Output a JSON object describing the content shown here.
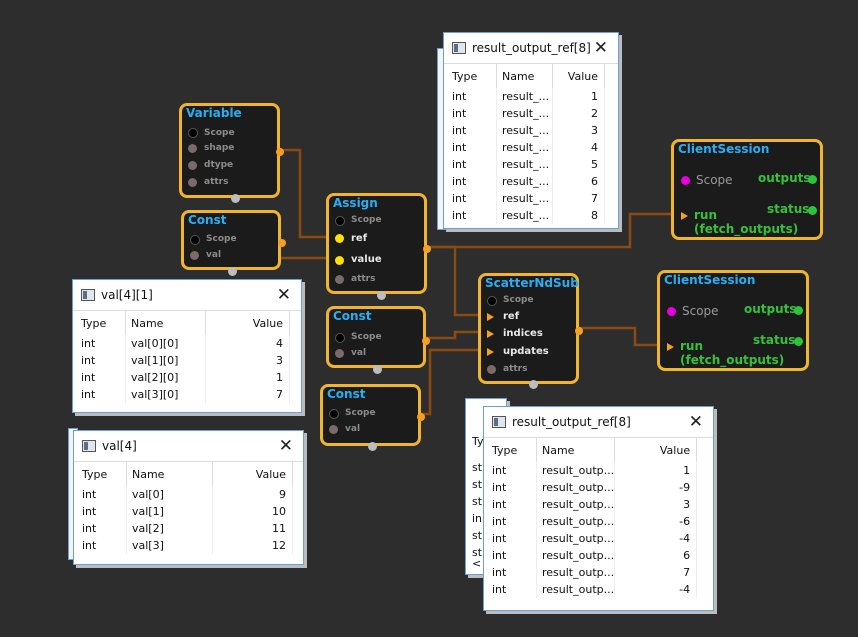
{
  "nodes": {
    "variable": {
      "title": "Variable",
      "ports": [
        "Scope",
        "shape",
        "dtype",
        "attrs"
      ]
    },
    "const1": {
      "title": "Const",
      "ports": [
        "Scope",
        "val"
      ]
    },
    "assign": {
      "title": "Assign",
      "ports": [
        "Scope",
        "ref",
        "value",
        "attrs"
      ]
    },
    "const2": {
      "title": "Const",
      "ports": [
        "Scope",
        "val"
      ]
    },
    "const3": {
      "title": "Const",
      "ports": [
        "Scope",
        "val"
      ]
    },
    "scatter": {
      "title": "ScatterNdSub",
      "ports": [
        "Scope",
        "ref",
        "indices",
        "updates",
        "attrs"
      ]
    },
    "client1": {
      "title": "ClientSession",
      "scope": "Scope",
      "outputs": "outputs",
      "status": "status",
      "run": "run",
      "fetch": "(fetch_outputs)"
    },
    "client2": {
      "title": "ClientSession",
      "scope": "Scope",
      "outputs": "outputs",
      "status": "status",
      "run": "run",
      "fetch": "(fetch_outputs)"
    }
  },
  "windows": {
    "top_result": {
      "title": "result_output_ref[8]",
      "close": "✕",
      "headers": [
        "Type",
        "Name",
        "Value"
      ],
      "rows": [
        [
          "int",
          "result_...",
          "1"
        ],
        [
          "int",
          "result_...",
          "2"
        ],
        [
          "int",
          "result_...",
          "3"
        ],
        [
          "int",
          "result_...",
          "4"
        ],
        [
          "int",
          "result_...",
          "5"
        ],
        [
          "int",
          "result_...",
          "6"
        ],
        [
          "int",
          "result_...",
          "7"
        ],
        [
          "int",
          "result_...",
          "8"
        ]
      ]
    },
    "val41": {
      "title": "val[4][1]",
      "close": "✕",
      "headers": [
        "Type",
        "Name",
        "Value"
      ],
      "rows": [
        [
          "int",
          "val[0][0]",
          "4"
        ],
        [
          "int",
          "val[1][0]",
          "3"
        ],
        [
          "int",
          "val[2][0]",
          "1"
        ],
        [
          "int",
          "val[3][0]",
          "7"
        ]
      ]
    },
    "val4": {
      "title": "val[4]",
      "close": "✕",
      "headers": [
        "Type",
        "Name",
        "Value"
      ],
      "rows": [
        [
          "int",
          "val[0]",
          "9"
        ],
        [
          "int",
          "val[1]",
          "10"
        ],
        [
          "int",
          "val[2]",
          "11"
        ],
        [
          "int",
          "val[3]",
          "12"
        ]
      ]
    },
    "bottom_result": {
      "title": "result_output_ref[8]",
      "close": "✕",
      "headers": [
        "Type",
        "Name",
        "Value"
      ],
      "rows": [
        [
          "int",
          "result_outp...",
          "1"
        ],
        [
          "int",
          "result_outp...",
          "-9"
        ],
        [
          "int",
          "result_outp...",
          "3"
        ],
        [
          "int",
          "result_outp...",
          "-6"
        ],
        [
          "int",
          "result_outp...",
          "-4"
        ],
        [
          "int",
          "result_outp...",
          "6"
        ],
        [
          "int",
          "result_outp...",
          "7"
        ],
        [
          "int",
          "result_outp...",
          "-4"
        ]
      ]
    },
    "behind": {
      "header": "Ty",
      "rows": [
        "st",
        "st",
        "st",
        "in",
        "st",
        "st"
      ],
      "scroll": "<"
    }
  }
}
